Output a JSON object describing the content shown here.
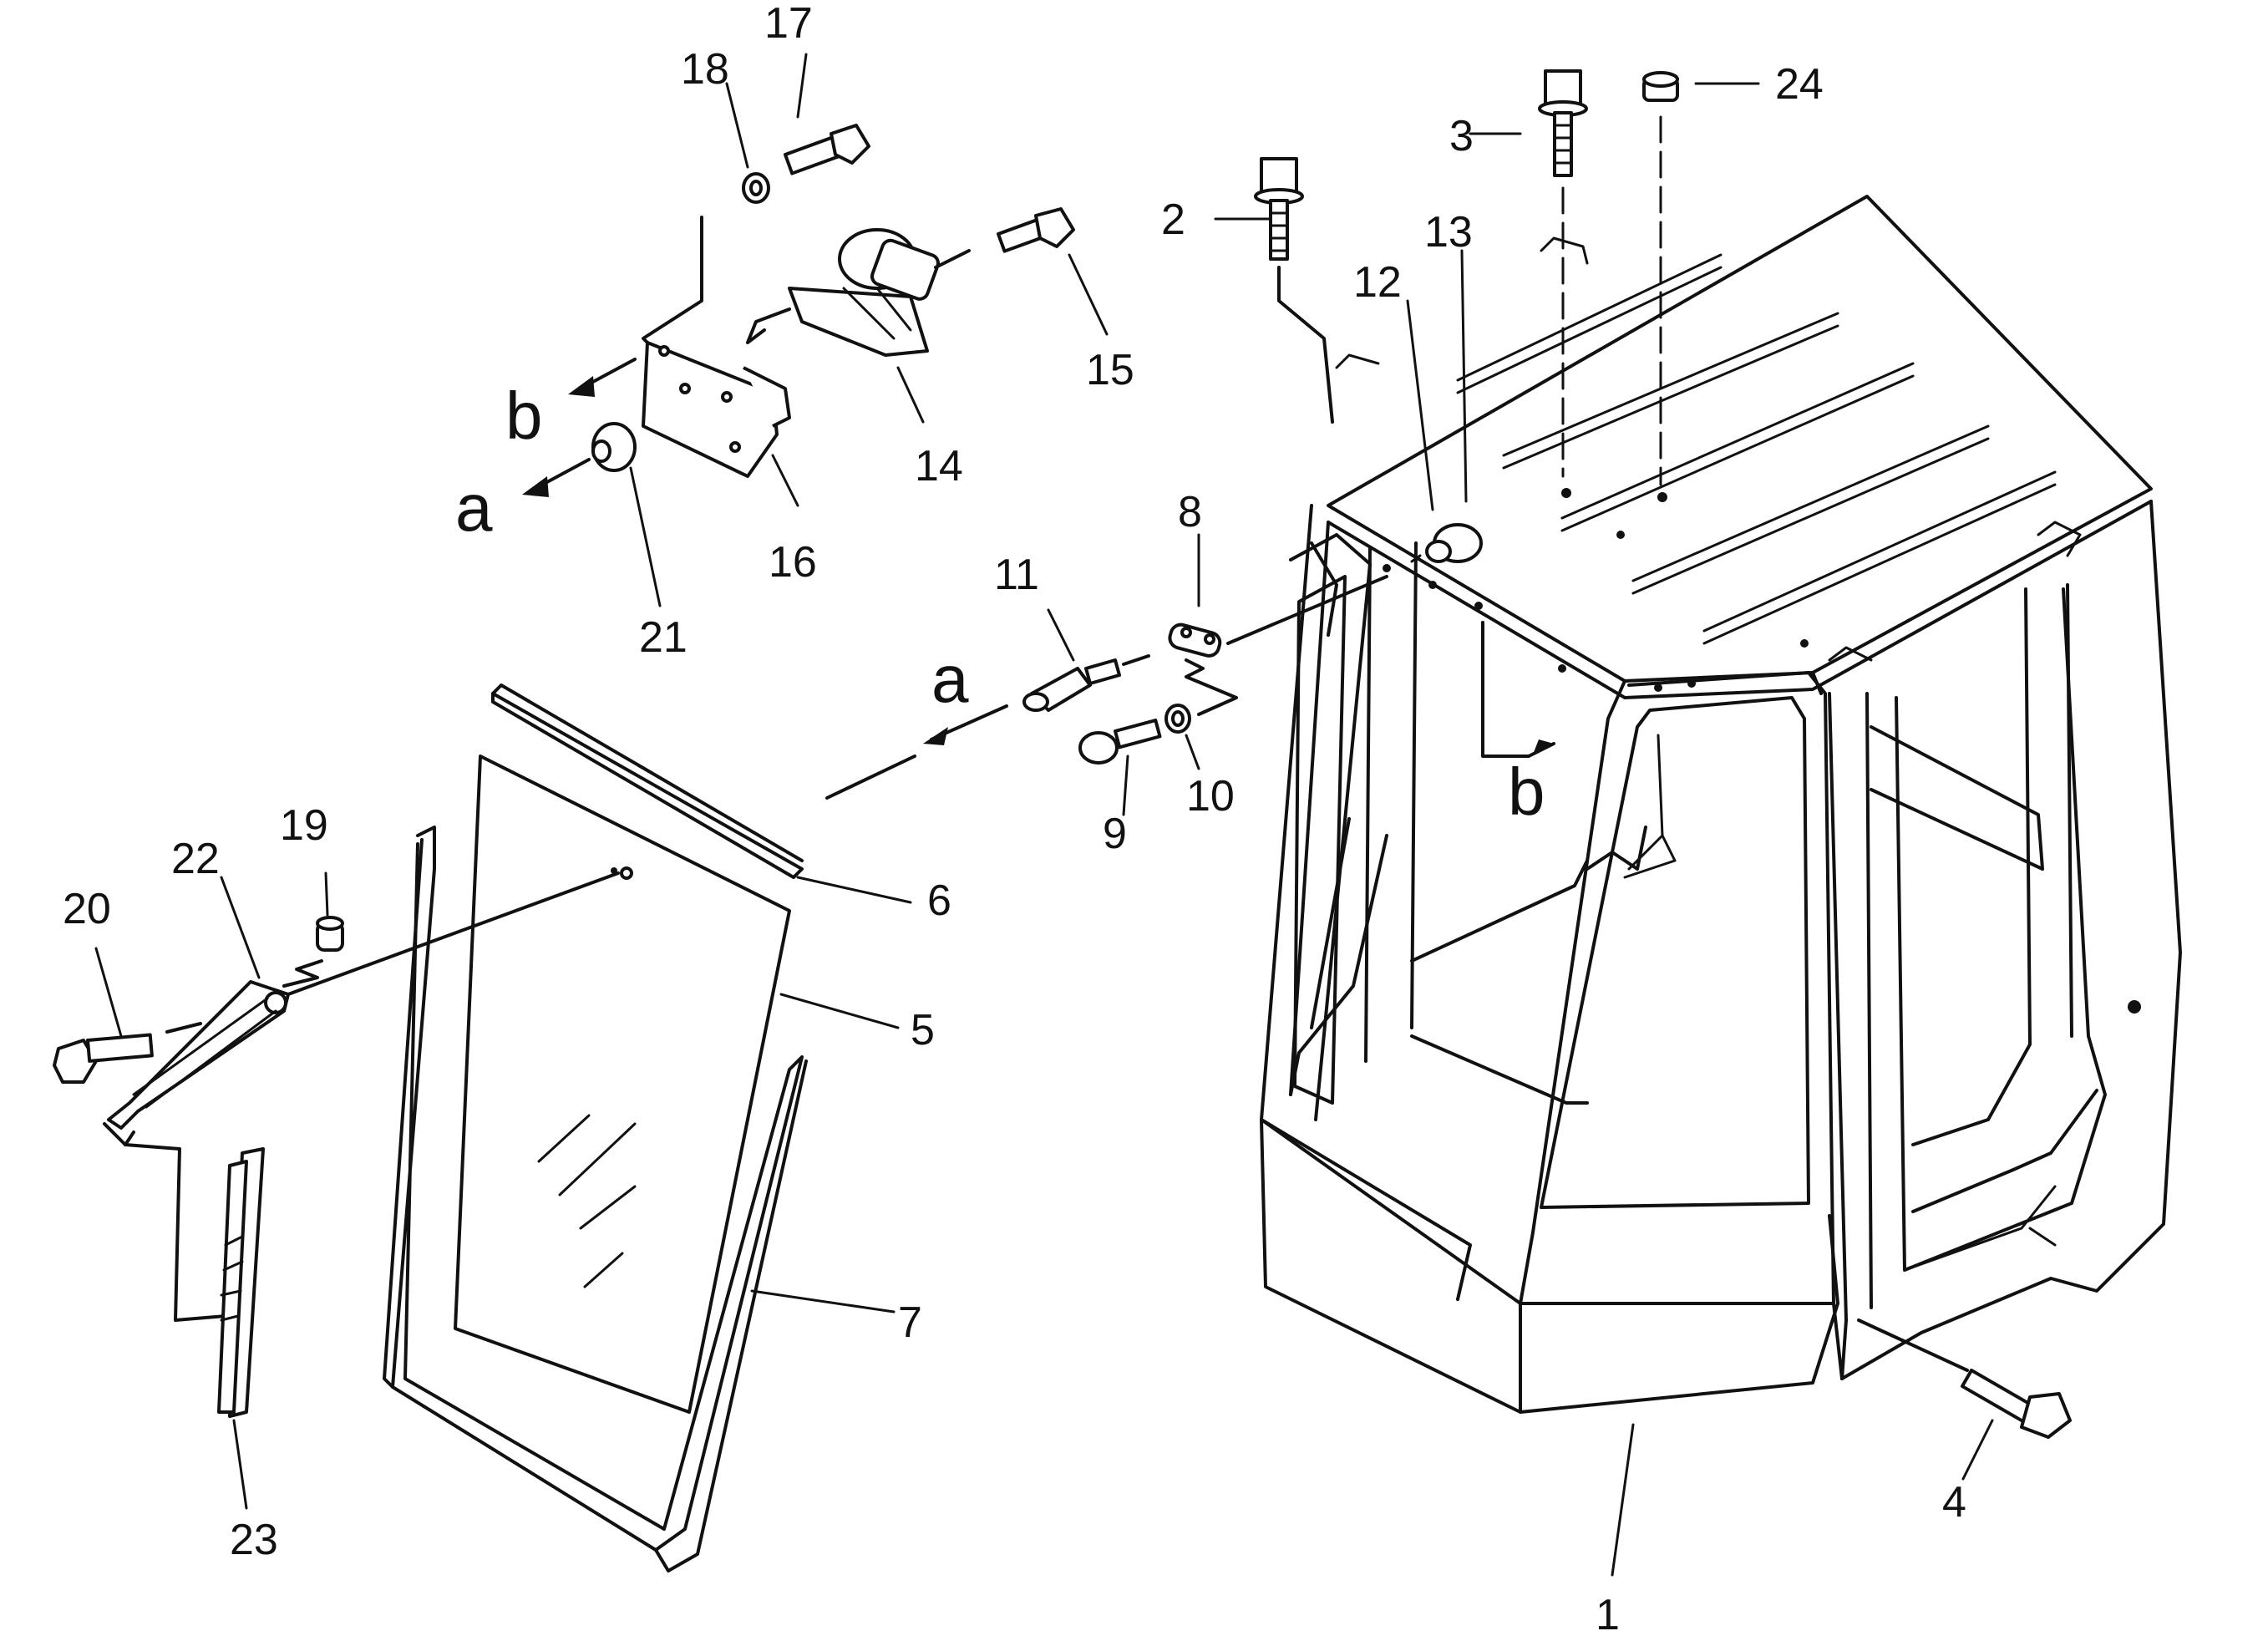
{
  "part_labels": {
    "p1": "1",
    "p2": "2",
    "p3": "3",
    "p4": "4",
    "p5": "5",
    "p6": "6",
    "p7": "7",
    "p8": "8",
    "p9": "9",
    "p10": "10",
    "p11": "11",
    "p12": "12",
    "p13": "13",
    "p14": "14",
    "p15": "15",
    "p16": "16",
    "p17": "17",
    "p18": "18",
    "p19": "19",
    "p20": "20",
    "p21": "21",
    "p22": "22",
    "p23": "23",
    "p24": "24"
  },
  "connection_markers": {
    "a_left": "a",
    "a_right": "a",
    "b_left": "b",
    "b_right": "b"
  },
  "colors": {
    "ink": "#111111",
    "paper": "#ffffff"
  }
}
